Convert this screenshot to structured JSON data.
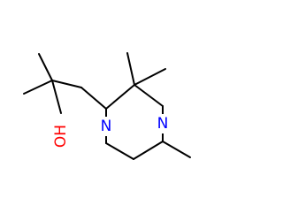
{
  "molecule": {
    "atoms": {
      "oxygen": {
        "label": "OH",
        "color": "#ff0000"
      },
      "nitrogen_1": {
        "label": "N",
        "color": "#0000ff"
      },
      "nitrogen_4": {
        "label": "N",
        "color": "#0000ff"
      }
    },
    "bond_color": "#000000"
  }
}
